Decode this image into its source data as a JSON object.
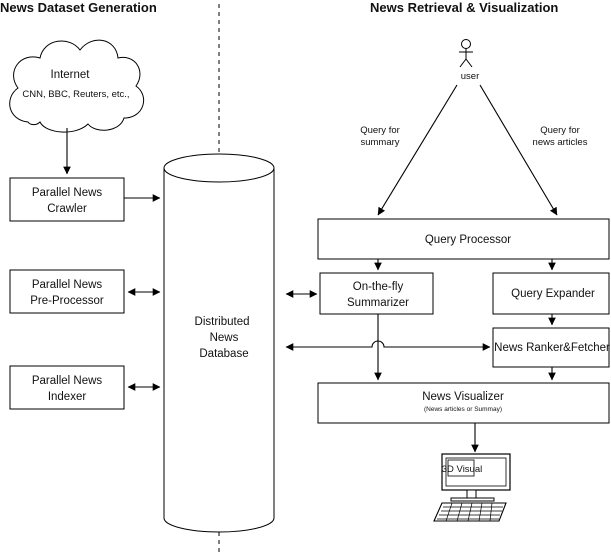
{
  "headers": {
    "left": "News Dataset Generation",
    "right": "News Retrieval & Visualization"
  },
  "internet": {
    "title": "Internet",
    "sources": "CNN, BBC, Reuters, etc.,"
  },
  "left_boxes": {
    "crawler": [
      "Parallel News",
      "Crawler"
    ],
    "preprocessor": [
      "Parallel News",
      "Pre-Processor"
    ],
    "indexer": [
      "Parallel News",
      "Indexer"
    ]
  },
  "database": [
    "Distributed",
    "News",
    "Database"
  ],
  "user": {
    "label": "user"
  },
  "queries": {
    "summary": [
      "Query for",
      "summary"
    ],
    "articles": [
      "Query for",
      "news articles"
    ]
  },
  "right_boxes": {
    "query_processor": "Query Processor",
    "summarizer": [
      "On-the-fly",
      "Summarizer"
    ],
    "query_expander": "Query Expander",
    "ranker_fetcher": "News Ranker&Fetcher",
    "visualizer": "News Visualizer",
    "visualizer_sub": "(News articles or Summay)"
  },
  "monitor": {
    "label": "3D Visual"
  }
}
